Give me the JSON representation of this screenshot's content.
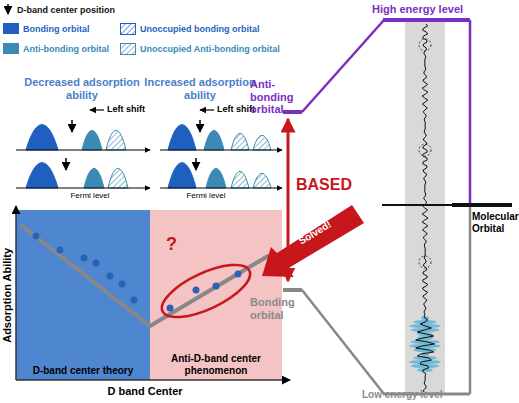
{
  "diagram": {
    "nodes": [
      {
        "text": [
          "D-band center theory"
        ]
      },
      {
        "text": [
          "Anti-D-band center phenomenon"
        ]
      }
    ],
    "labels": [
      "Decreased adsorption ability",
      "Increased adsorption ability",
      "Left shift",
      "Left shift",
      "Fermi level",
      "Fermi level",
      "BASED",
      "?",
      "Solved!",
      "Adsorption Ability",
      "D band Center",
      "High energy level",
      "Anti-bonding orbital",
      "Molecular Orbital",
      "Bonding orbital",
      "Low energy level"
    ],
    "legend": [
      {
        "text": "D-band center position"
      },
      {
        "text": "Bonding orbital",
        "color": "#1f5fbf"
      },
      {
        "text": "Unoccupied bonding orbital"
      },
      {
        "text": "Anti-bonding orbital",
        "color": "#3a8ab5"
      },
      {
        "text": "Unoccupied Anti-bonding orbital"
      }
    ]
  }
}
